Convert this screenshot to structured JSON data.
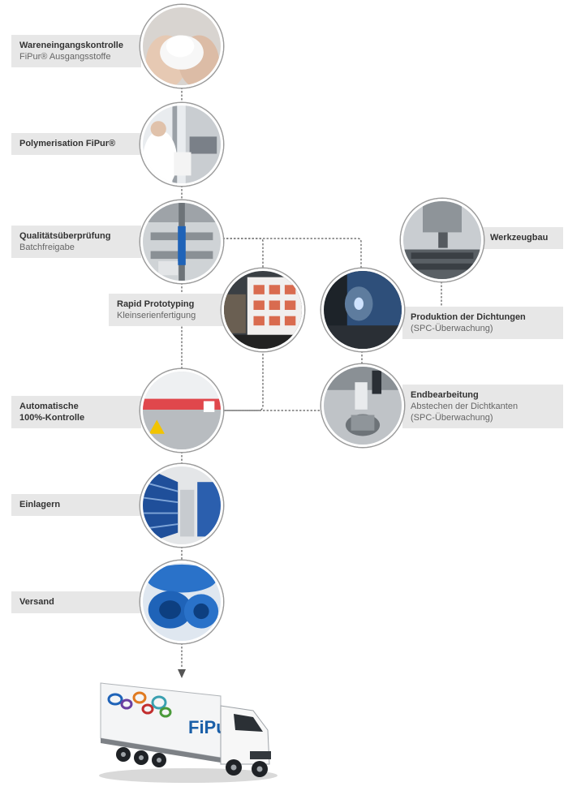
{
  "steps": {
    "wareneingang": {
      "title": "Wareneingangskontrolle",
      "subtitle": "FiPur® Ausgangsstoffe",
      "icon": "powder-in-hands-icon"
    },
    "polymerisation": {
      "title": "Polymerisation FiPur®",
      "subtitle": "",
      "icon": "lab-equipment-icon"
    },
    "qualitaet": {
      "title": "Qualitätsüberprüfung",
      "subtitle": "Batchfreigabe",
      "icon": "tensile-tester-icon"
    },
    "rapid": {
      "title": "Rapid Prototyping",
      "subtitle": "Kleinserienfertigung",
      "icon": "prototype-samples-icon"
    },
    "automatische": {
      "title_line1": "Automatische",
      "title_line2": "100%-Kontrolle",
      "icon": "inspection-machine-icon"
    },
    "einlagern": {
      "title": "Einlagern",
      "icon": "warehouse-shelves-icon"
    },
    "versand": {
      "title": "Versand",
      "icon": "blue-seals-icon"
    },
    "werkzeugbau": {
      "title": "Werkzeugbau",
      "icon": "milling-machine-icon"
    },
    "produktion": {
      "title": "Produktion der Dichtungen",
      "subtitle": "(SPC-Überwachung)",
      "icon": "cnc-lathe-icon"
    },
    "endbearbeitung": {
      "title": "Endbearbeitung",
      "subtitle_line1": "Abstechen der Dichtkanten",
      "subtitle_line2": "(SPC-Überwachung)",
      "icon": "finishing-machine-icon"
    }
  },
  "truck": {
    "brand": "FiPur",
    "icon": "delivery-truck-icon"
  },
  "colors": {
    "label_bg": "#e7e7e7",
    "connector": "#555555",
    "blue": "#1f63b8",
    "brand_blue": "#1a5fa8"
  }
}
